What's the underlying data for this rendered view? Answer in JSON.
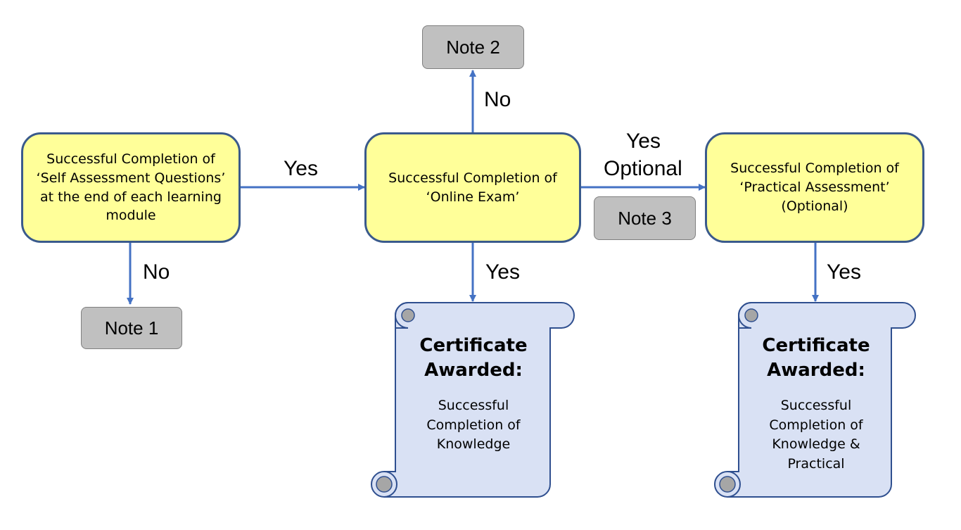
{
  "nodes": {
    "self_assessment": "Successful Completion of ‘Self Assessment Questions’ at the end of each learning module",
    "online_exam": "Successful Completion of ‘Online Exam’",
    "practical": "Successful Completion of ‘Practical Assessment’ (Optional)"
  },
  "notes": {
    "note1": "Note 1",
    "note2": "Note 2",
    "note3": "Note 3"
  },
  "edge_labels": {
    "self_to_exam": "Yes",
    "self_no": "No",
    "exam_no": "No",
    "exam_yes_cert": "Yes",
    "exam_to_practical_1": "Yes",
    "exam_to_practical_2": "Optional",
    "practical_yes_cert": "Yes"
  },
  "certificates": [
    {
      "title_1": "Certificate",
      "title_2": "Awarded:",
      "body": [
        "Successful",
        "Completion of",
        "Knowledge"
      ]
    },
    {
      "title_1": "Certificate",
      "title_2": "Awarded:",
      "body": [
        "Successful",
        "Completion of",
        "Knowledge &",
        "Practical"
      ]
    }
  ],
  "colors": {
    "node_fill": "#ffff99",
    "node_border": "#3a5a8c",
    "arrow": "#4472c4",
    "note_fill": "#c0c0c0",
    "scroll_fill": "#d9e1f4",
    "scroll_border": "#2f4f8f"
  }
}
